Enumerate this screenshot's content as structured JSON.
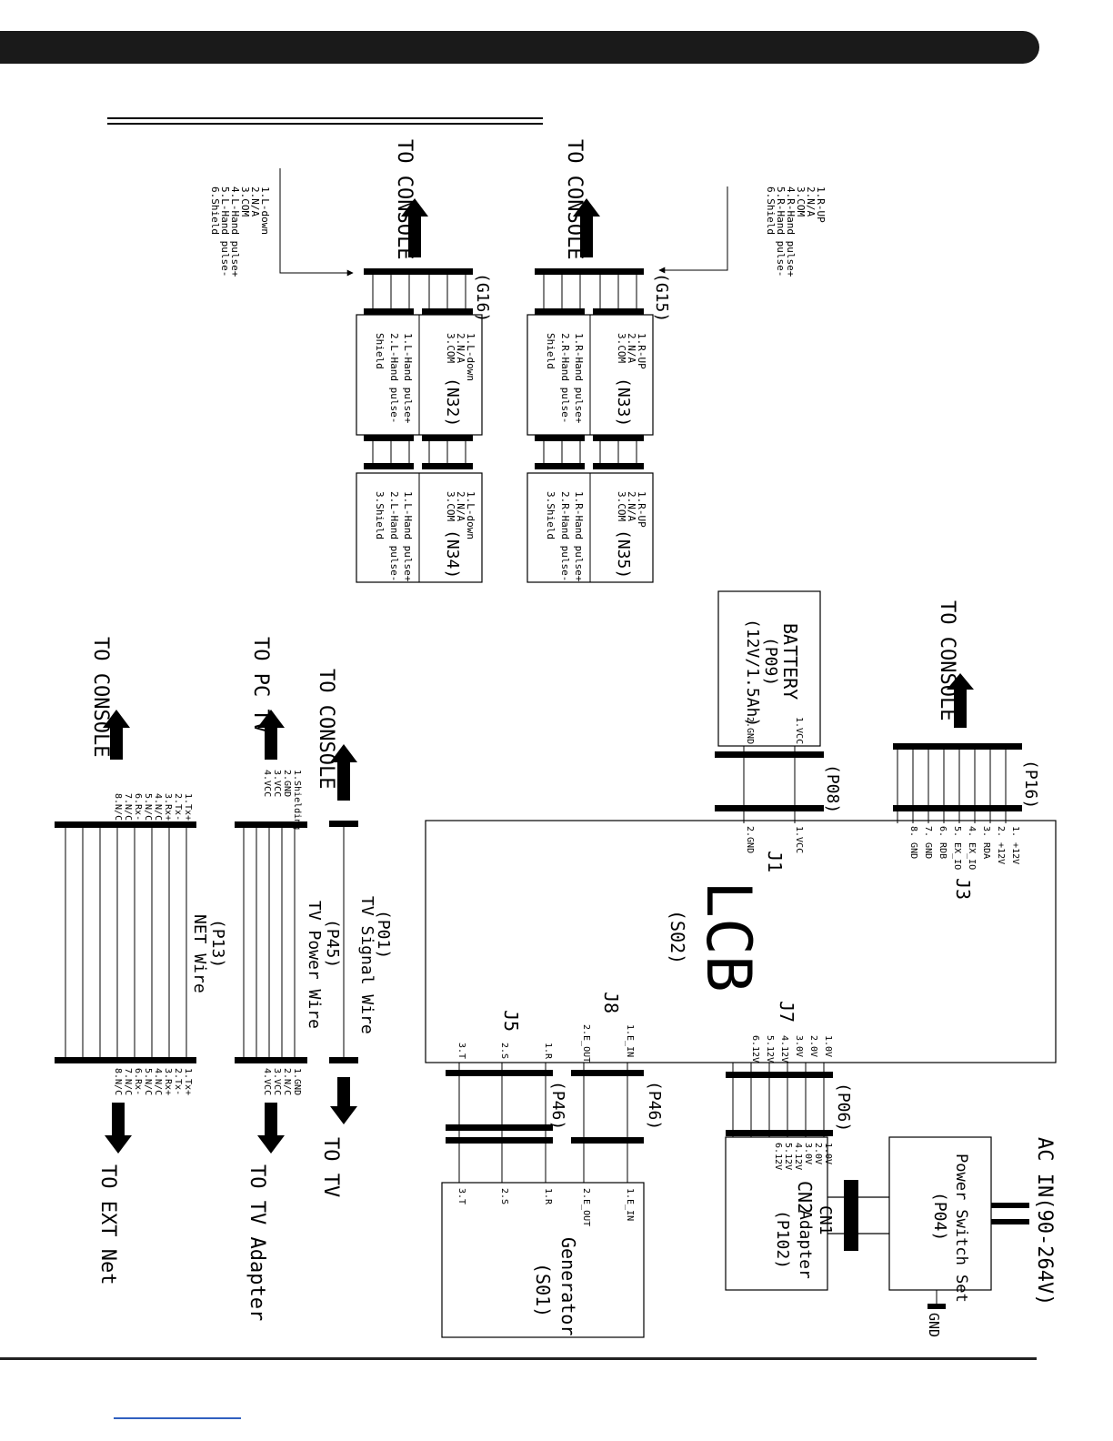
{
  "to_console": "TO CONSOLE",
  "to_pc_tv": "TO PC TV",
  "to_tv": "TO TV",
  "to_tv_adapter": "TO TV Adapter",
  "to_ext_net": "TO EXT Net",
  "g16": {
    "label": "(G16)",
    "pins": [
      "1.L-down",
      "2.N/A",
      "3.COM",
      "4.L-Hand pulse+",
      "5.L-Hand pulse-",
      "6.Shield"
    ]
  },
  "g15": {
    "label": "(G15)",
    "pins": [
      "1.R-UP",
      "2.N/A",
      "3.COM",
      "4.R-Hand pulse+",
      "5.R-Hand pulse-",
      "6.Shield"
    ]
  },
  "n32": {
    "label": "(N32)",
    "pins_a": [
      "1.L-down",
      "2.N/A",
      "3.COM"
    ],
    "pins_b": [
      "1.L-Hand pulse+",
      "2.L-Hand pulse-",
      "Shield"
    ]
  },
  "n33": {
    "label": "(N33)",
    "pins_a": [
      "1.R-UP",
      "2.N/A",
      "3.COM"
    ],
    "pins_b": [
      "1.R-Hand pulse+",
      "2.R-Hand pulse-",
      "Shield"
    ]
  },
  "n34": {
    "label": "(N34)",
    "pins_a": [
      "1.L-down",
      "2.N/A",
      "3.COM"
    ],
    "pins_b": [
      "1.L-Hand pulse+",
      "2.L-Hand pulse-",
      "3.Shield"
    ]
  },
  "n35": {
    "label": "(N35)",
    "pins_a": [
      "1.R-UP",
      "2.N/A",
      "3.COM"
    ],
    "pins_b": [
      "1.R-Hand pulse+",
      "2.R-Hand pulse-",
      "3.Shield"
    ]
  },
  "battery": {
    "title": "BATTERY",
    "code": "(P09)",
    "spec": "(12V/1.5Ah)",
    "pins": [
      "1.VCC",
      "2.GND"
    ]
  },
  "p08": {
    "label": "(P08)"
  },
  "p16": {
    "label": "(P16)"
  },
  "lcb": {
    "name": "LCB",
    "code": "(S02)",
    "j1_label": "J1",
    "j1_pins": [
      "1.VCC",
      "2.GND"
    ],
    "j3_label": "J3",
    "j3_pins": [
      "1. +12V",
      "2. +12V",
      "3. RDA",
      "4. EX_IO",
      "5. EX_IO",
      "6. RDB",
      "7. GND",
      "8. GND"
    ],
    "j7_label": "J7",
    "j7_pins": [
      "1.0V",
      "2.0V",
      "3.0V",
      "4.12V",
      "5.12V",
      "6.12V"
    ],
    "j8_label": "J8",
    "j8_pins": [
      "1.E_IN",
      "2.E_OUT"
    ],
    "j5_label": "J5",
    "j5_pins": [
      "1.R",
      "2.S",
      "3.T"
    ]
  },
  "p06": {
    "label": "(P06)"
  },
  "p46a": {
    "label": "(P46)"
  },
  "p46b": {
    "label": "(P46)"
  },
  "adapter": {
    "cn1": "CN1",
    "cn2": "CN2",
    "name": "Adapter",
    "code": "(P102)",
    "pins": [
      "1.0V",
      "2.0V",
      "3.0V",
      "4.12V",
      "5.12V",
      "6.12V"
    ]
  },
  "power_switch": {
    "name": "Power Switch Set",
    "code": "(P04)"
  },
  "ac_in": "AC IN(90-264V)",
  "gnd": "GND",
  "generator": {
    "name": "Generator",
    "code": "(S01)",
    "pins": [
      "1.E_IN",
      "2.E_OUT",
      "1.R",
      "2.S",
      "3.T"
    ]
  },
  "p01": {
    "code": "(P01)",
    "name": "TV Signal Wire"
  },
  "p45": {
    "code": "(P45)",
    "name": "TV Power Wire",
    "pins_top": [
      "1.Shielding",
      "2.GND",
      "3.VCC",
      "4.VCC"
    ],
    "pins_bottom": [
      "1.GND",
      "2.N/C",
      "3.VCC",
      "4.VCC"
    ]
  },
  "p13": {
    "code": "(P13)",
    "name": "NET Wire",
    "pins": [
      "1.Tx+",
      "2.Tx-",
      "3.Rx+",
      "4.N/C",
      "5.N/C",
      "6.Rx-",
      "7.N/C",
      "8.N/C"
    ]
  }
}
